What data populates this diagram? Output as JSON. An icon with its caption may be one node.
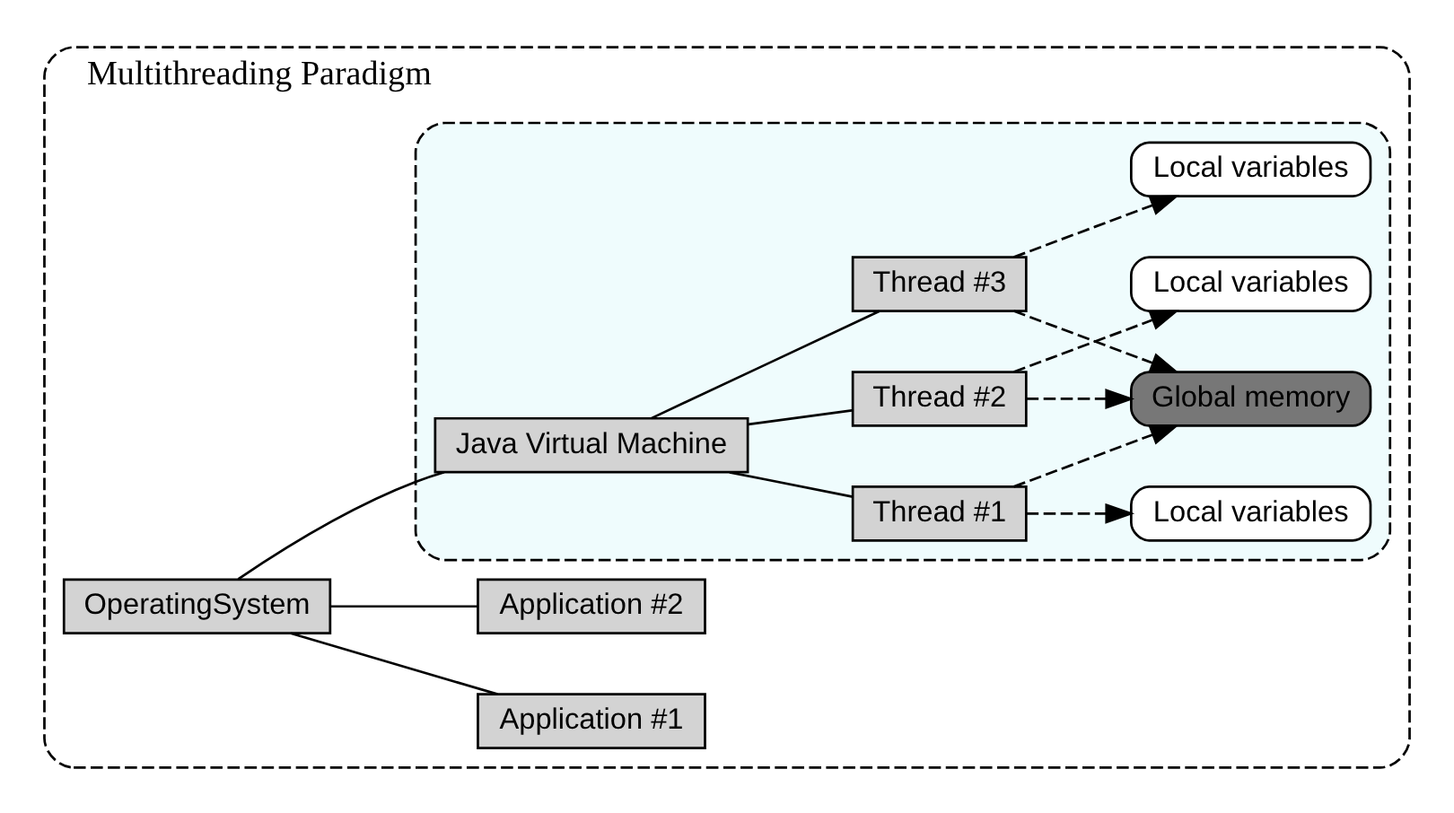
{
  "diagram": {
    "nodes": [
      {
        "text": [
          "Multithreading Paradigm"
        ]
      },
      {
        "text": [
          "OperatingSystem"
        ],
        "in": 0
      },
      {
        "text": [
          "Application #1"
        ],
        "in": 0
      },
      {
        "text": [
          "Application #2"
        ],
        "in": 0
      },
      {
        "text": [],
        "shape": "box",
        "in": 0
      },
      {
        "text": [
          "Java Virtual Machine"
        ],
        "in": 4
      },
      {
        "text": [
          "Thread #1"
        ],
        "in": 4
      },
      {
        "text": [
          "Thread #2"
        ],
        "in": 4
      },
      {
        "text": [
          "Thread #3"
        ],
        "in": 4
      },
      {
        "text": [
          "Local variables"
        ],
        "in": 4
      },
      {
        "text": [
          "Local variables"
        ],
        "in": 4
      },
      {
        "text": [
          "Local variables"
        ],
        "in": 4
      },
      {
        "text": [
          "Global memory"
        ],
        "in": 4
      }
    ],
    "edges": [
      {
        "from": 1,
        "to": 2,
        "arrow": "none"
      },
      {
        "from": 1,
        "to": 3,
        "arrow": "none"
      },
      {
        "from": 1,
        "to": 5,
        "arrow": "none"
      },
      {
        "from": 5,
        "to": 6,
        "arrow": "none"
      },
      {
        "from": 5,
        "to": 7,
        "arrow": "none"
      },
      {
        "from": 5,
        "to": 8,
        "arrow": "none"
      },
      {
        "from": 6,
        "to": 9,
        "arrow": "to",
        "style": "dashed"
      },
      {
        "from": 7,
        "to": 10,
        "arrow": "to",
        "style": "dashed"
      },
      {
        "from": 8,
        "to": 11,
        "arrow": "to",
        "style": "dashed"
      },
      {
        "from": 6,
        "to": 12,
        "arrow": "to",
        "style": "dashed"
      },
      {
        "from": 7,
        "to": 12,
        "arrow": "to",
        "style": "dashed"
      },
      {
        "from": 8,
        "to": 12,
        "arrow": "to",
        "style": "dashed"
      }
    ]
  }
}
